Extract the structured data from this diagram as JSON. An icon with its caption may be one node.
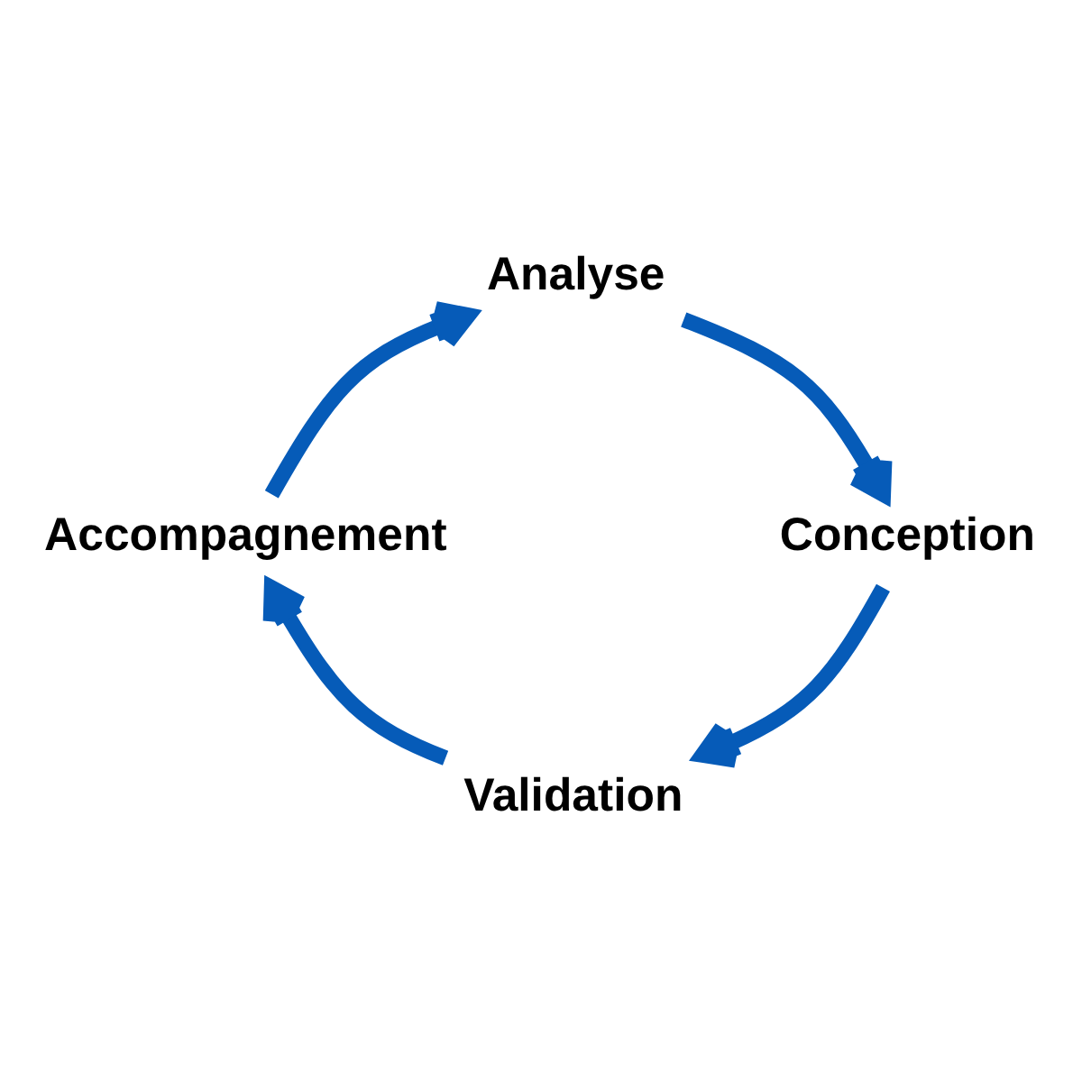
{
  "diagram": {
    "nodes": [
      {
        "text": [
          "Analyse"
        ]
      },
      {
        "text": [
          "Accompagnement"
        ]
      },
      {
        "text": [
          "Conception"
        ]
      },
      {
        "text": [
          "Validation"
        ]
      }
    ],
    "edges": [
      {
        "from": 0,
        "to": 2,
        "arrow": "to"
      },
      {
        "from": 2,
        "to": 3,
        "arrow": "to"
      },
      {
        "from": 3,
        "to": 1,
        "arrow": "to"
      },
      {
        "from": 1,
        "to": 0,
        "arrow": "to"
      }
    ]
  }
}
